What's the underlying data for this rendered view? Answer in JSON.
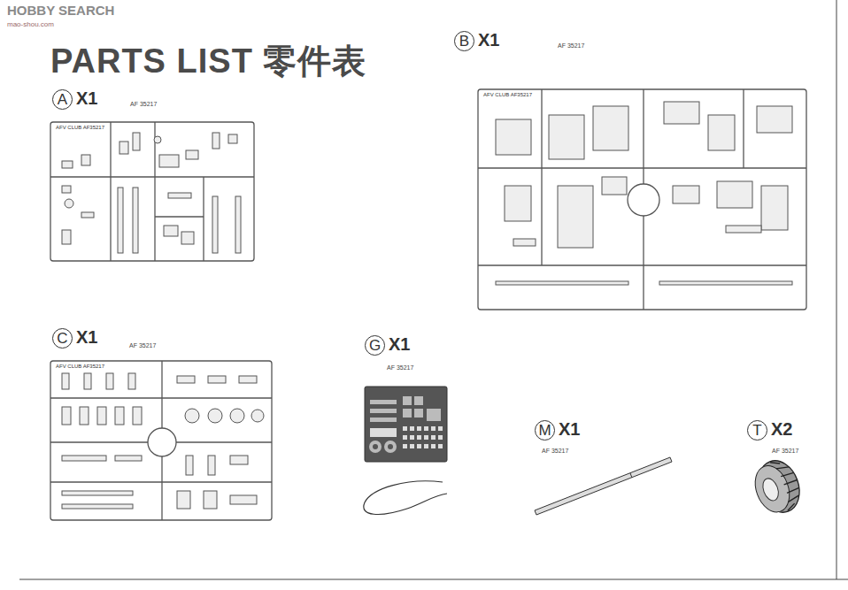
{
  "diagram": {
    "title": "PARTS LIST 零件表",
    "nodes": [
      {
        "text": [
          "A"
        ]
      },
      {
        "text": [
          "B"
        ]
      },
      {
        "text": [
          "C"
        ]
      },
      {
        "text": [
          "G"
        ]
      },
      {
        "text": [
          "M"
        ]
      },
      {
        "text": [
          "T"
        ]
      }
    ],
    "labels": [
      "HOBBY SEARCH",
      "mao-shou.com",
      "X1",
      "AF 35217",
      "AFV CLUB AF35217",
      "X1",
      "AF 35217",
      "AFV CLUB AF35217",
      "X1",
      "AF 35217",
      "AFV CLUB AF35217",
      "X1",
      "AF 35217",
      "X1",
      "AF 35217",
      "X2",
      "AF 35217"
    ]
  }
}
